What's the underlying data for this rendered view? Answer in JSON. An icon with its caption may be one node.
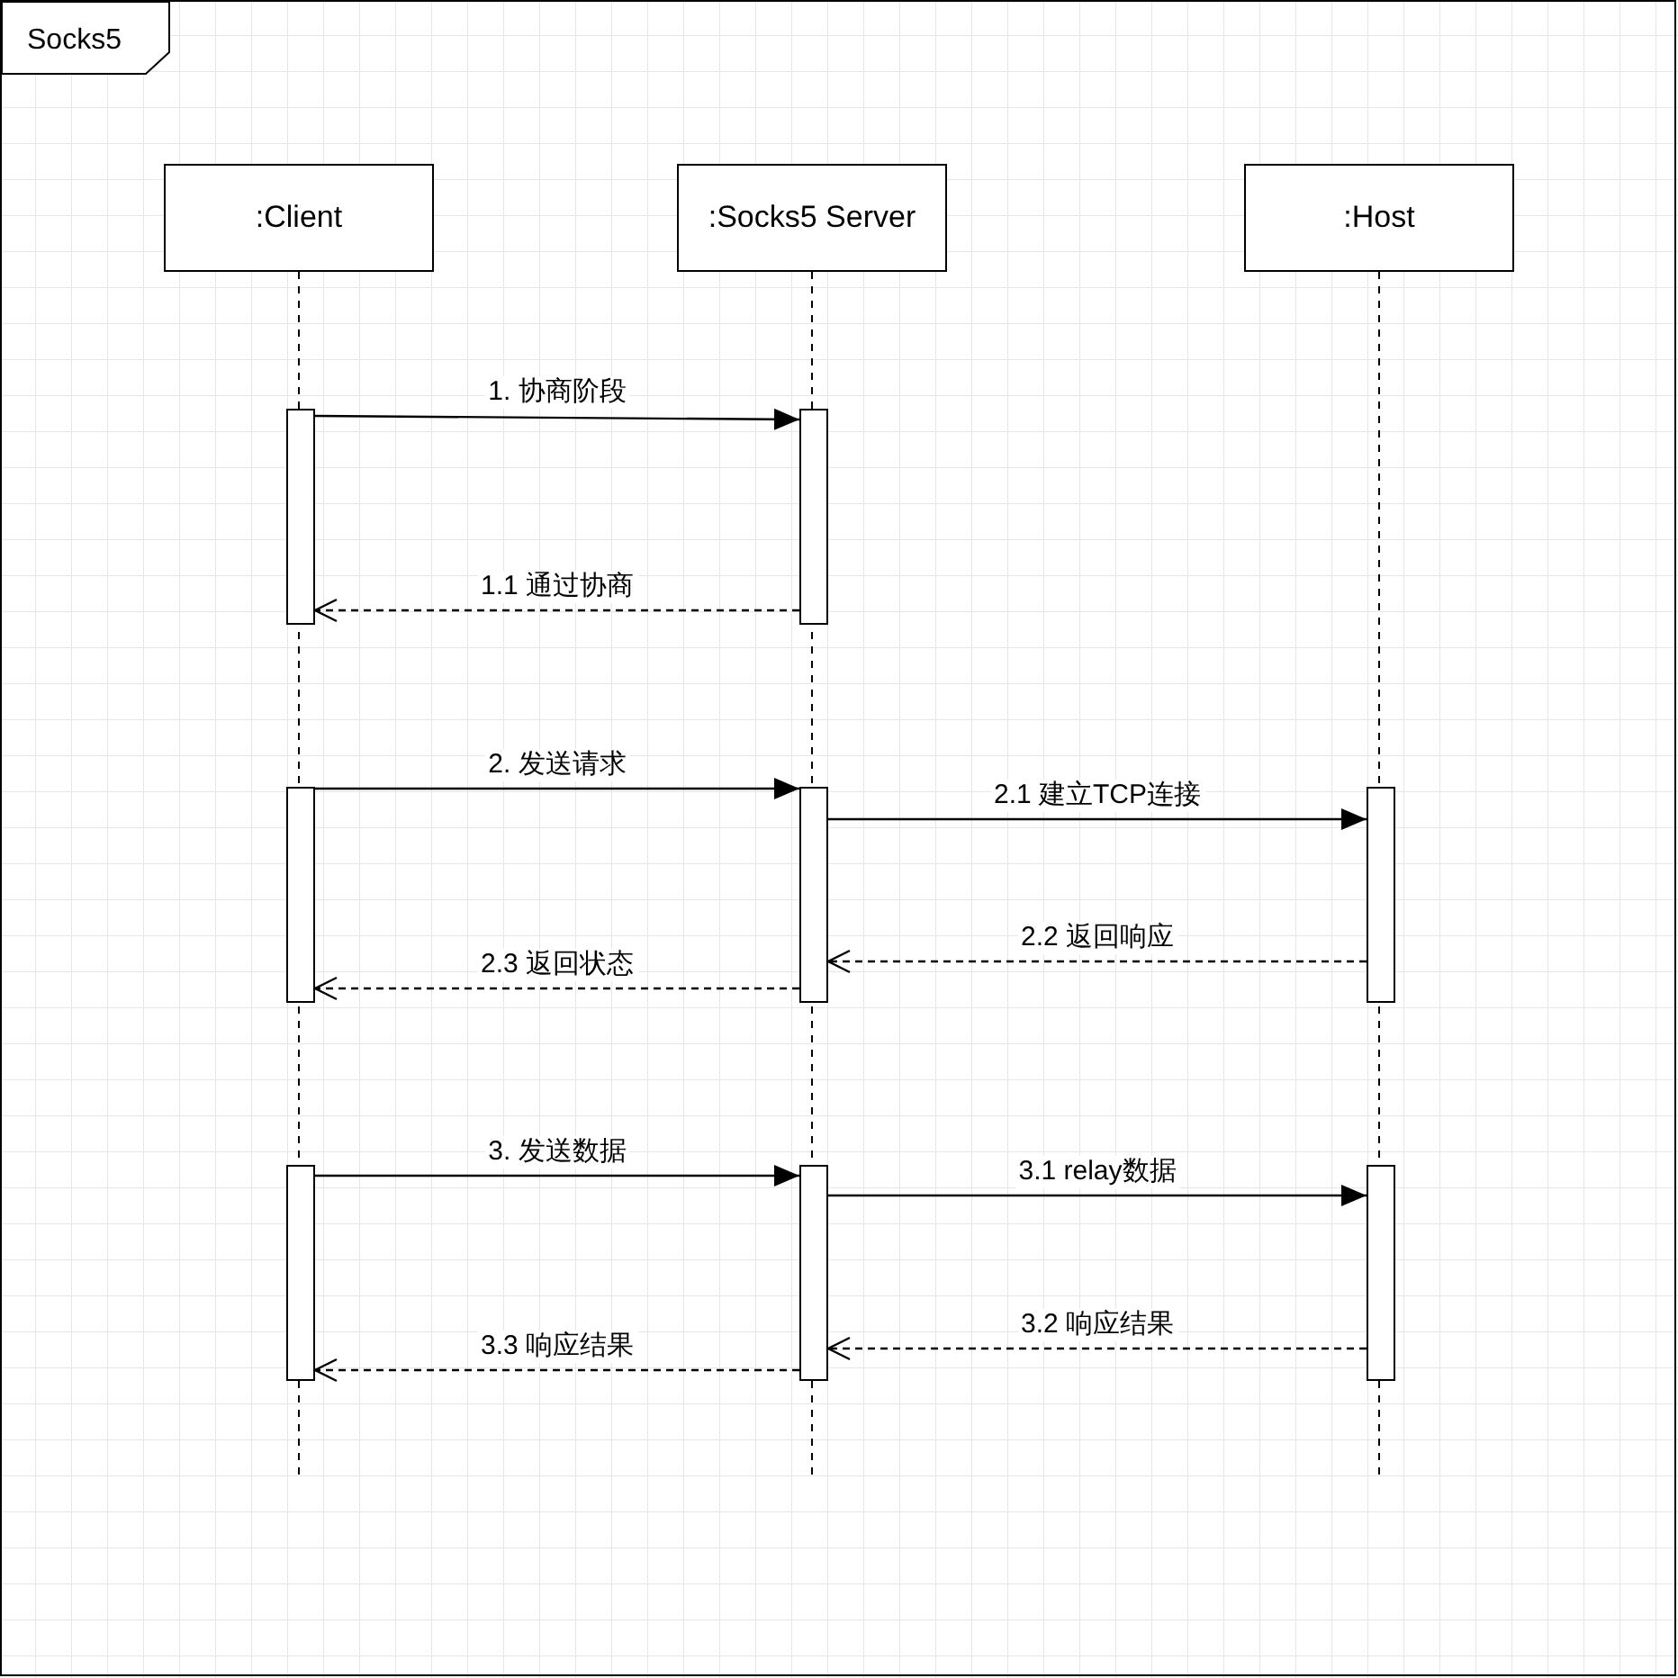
{
  "diagram": {
    "nodes": [
      {
        "text": [
          "Socks5"
        ]
      },
      {
        "text": [
          ":Client"
        ],
        "in": 0
      },
      {
        "text": [
          ":Socks5 Server"
        ],
        "in": 0
      },
      {
        "text": [
          ":Host"
        ],
        "in": 0
      },
      {
        "text": [],
        "shape": "bar",
        "in": 0
      },
      {
        "text": [],
        "shape": "bar",
        "in": 0
      },
      {
        "text": [],
        "shape": "bar",
        "in": 0
      },
      {
        "text": [],
        "shape": "bar",
        "in": 0
      },
      {
        "text": [],
        "shape": "bar",
        "in": 0
      },
      {
        "text": [],
        "shape": "bar",
        "in": 0
      },
      {
        "text": [],
        "shape": "bar",
        "in": 0
      },
      {
        "text": [],
        "shape": "bar",
        "in": 0
      }
    ],
    "edges": [
      {
        "from": 4,
        "to": 5,
        "arrow": "to",
        "label": "1. 协商阶段"
      },
      {
        "from": 5,
        "to": 4,
        "arrow": "to",
        "label": "1.1 通过协商",
        "style": "dashed"
      },
      {
        "from": 6,
        "to": 7,
        "arrow": "to",
        "label": "2. 发送请求"
      },
      {
        "from": 7,
        "to": 8,
        "arrow": "to",
        "label": "2.1 建立TCP连接"
      },
      {
        "from": 8,
        "to": 7,
        "arrow": "to",
        "label": "2.2 返回响应",
        "style": "dashed"
      },
      {
        "from": 7,
        "to": 6,
        "arrow": "to",
        "label": "2.3 返回状态",
        "style": "dashed"
      },
      {
        "from": 9,
        "to": 10,
        "arrow": "to",
        "label": "3. 发送数据"
      },
      {
        "from": 10,
        "to": 11,
        "arrow": "to",
        "label": "3.1 relay数据"
      },
      {
        "from": 11,
        "to": 10,
        "arrow": "to",
        "label": "3.2 响应结果",
        "style": "dashed"
      },
      {
        "from": 10,
        "to": 9,
        "arrow": "to",
        "label": "3.3 响应结果",
        "style": "dashed"
      }
    ]
  }
}
